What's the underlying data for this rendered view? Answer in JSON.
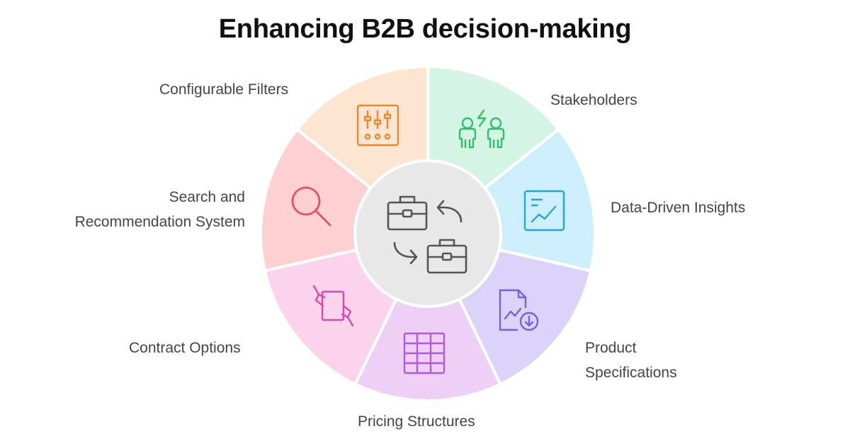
{
  "title": "Enhancing B2B decision-making",
  "segments": [
    {
      "id": "stakeholders",
      "label": "Stakeholders",
      "fill": "#d5f5e4",
      "icon_color": "#2fbf6a",
      "icon": "people-spark-icon"
    },
    {
      "id": "data-driven-insights",
      "label": "Data-Driven Insights",
      "fill": "#cdeffb",
      "icon_color": "#1ea9d8",
      "icon": "trend-chart-icon"
    },
    {
      "id": "product-specifications",
      "label_line1": "Product",
      "label_line2": "Specifications",
      "fill": "#dcd3fb",
      "icon_color": "#7a5ce0",
      "icon": "document-chart-download-icon"
    },
    {
      "id": "pricing-structures",
      "label": "Pricing Structures",
      "fill": "#eed0f7",
      "icon_color": "#b15ad6",
      "icon": "table-grid-icon"
    },
    {
      "id": "contract-options",
      "label": "Contract Options",
      "fill": "#fbd3ec",
      "icon_color": "#d84aa6",
      "icon": "hands-document-icon"
    },
    {
      "id": "search-recommendation",
      "label_line1": "Search and",
      "label_line2": "Recommendation System",
      "fill": "#fdd1d1",
      "icon_color": "#e35353",
      "icon": "magnifier-icon"
    },
    {
      "id": "configurable-filters",
      "label": "Configurable Filters",
      "fill": "#fce5d1",
      "icon_color": "#e68a2e",
      "icon": "sliders-icon"
    }
  ],
  "center": {
    "fill": "#e8e8e8",
    "icon_color": "#555555",
    "icon": "briefcase-exchange-icon"
  }
}
